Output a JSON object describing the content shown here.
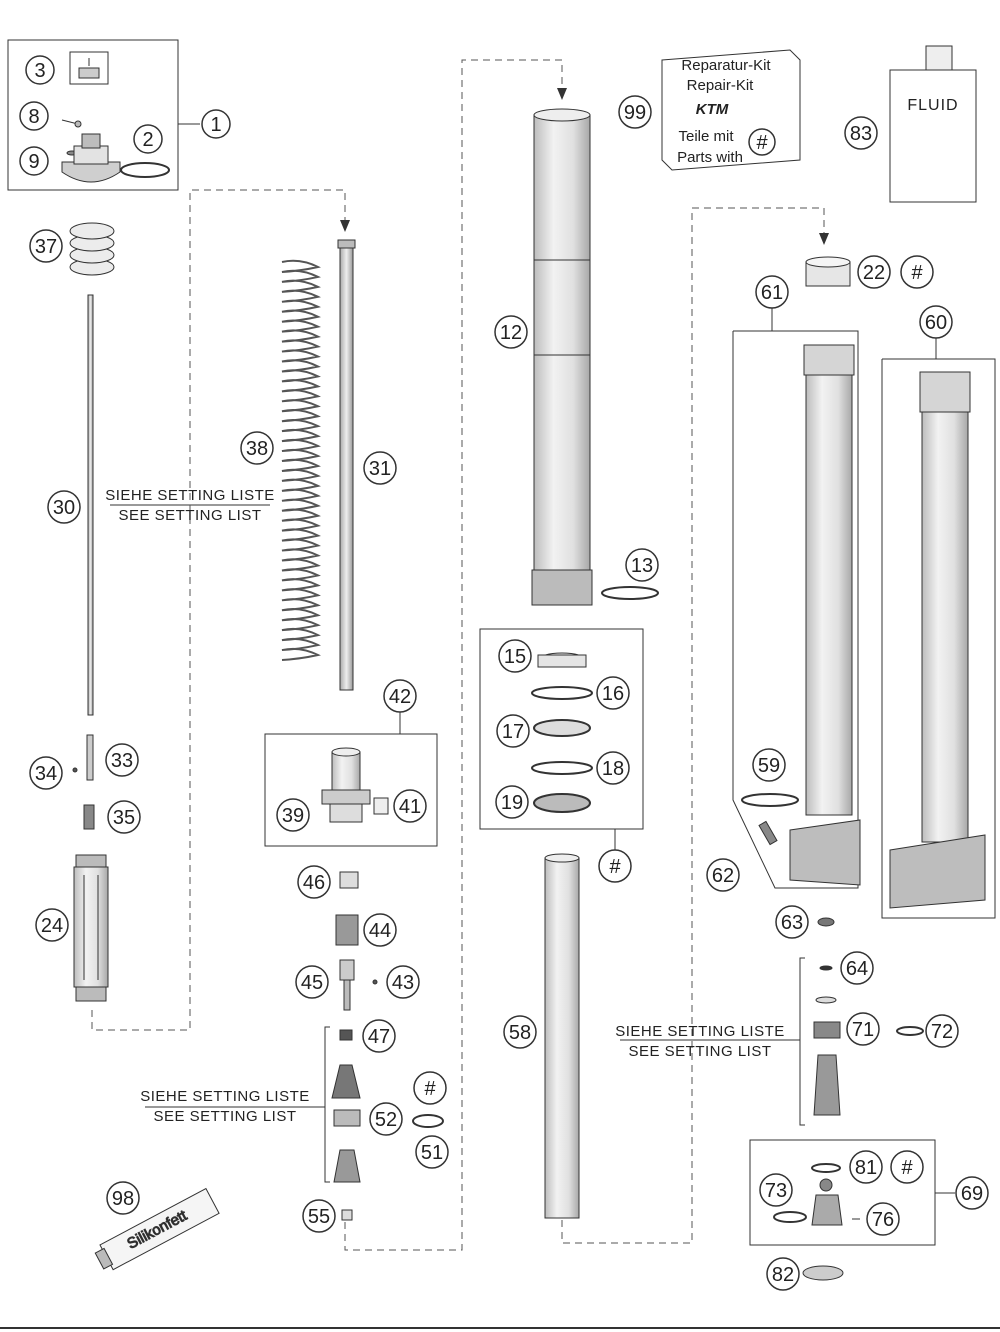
{
  "callouts": {
    "c1": "1",
    "c2": "2",
    "c3": "3",
    "c8": "8",
    "c9": "9",
    "c12": "12",
    "c13": "13",
    "c15": "15",
    "c16": "16",
    "c17": "17",
    "c18": "18",
    "c19": "19",
    "c22": "22",
    "c24": "24",
    "c30": "30",
    "c31": "31",
    "c33": "33",
    "c34": "34",
    "c35": "35",
    "c37": "37",
    "c38": "38",
    "c39": "39",
    "c41": "41",
    "c42": "42",
    "c43": "43",
    "c44": "44",
    "c45": "45",
    "c46": "46",
    "c47": "47",
    "c51": "51",
    "c52": "52",
    "c55": "55",
    "c58": "58",
    "c59": "59",
    "c60": "60",
    "c61": "61",
    "c62": "62",
    "c63": "63",
    "c64": "64",
    "c69": "69",
    "c71": "71",
    "c72": "72",
    "c73": "73",
    "c76": "76",
    "c81": "81",
    "c82": "82",
    "c83": "83",
    "c98": "98",
    "c99": "99",
    "hash": "#"
  },
  "notes": {
    "setting_de": "SIEHE SETTING LISTE",
    "setting_en": "SEE SETTING LIST"
  },
  "repair_kit": {
    "line1": "Reparatur-Kit",
    "line2": "Repair-Kit",
    "brand": "KTM",
    "line3": "Teile mit",
    "line4": "Parts with",
    "symbol": "#"
  },
  "fluid": {
    "label": "FLUID"
  },
  "tube_labels": {
    "silikonfett": "Silikonfett"
  },
  "colors": {
    "line": "#333333",
    "fill": "#ffffff",
    "shade": "#d9d9d9"
  }
}
